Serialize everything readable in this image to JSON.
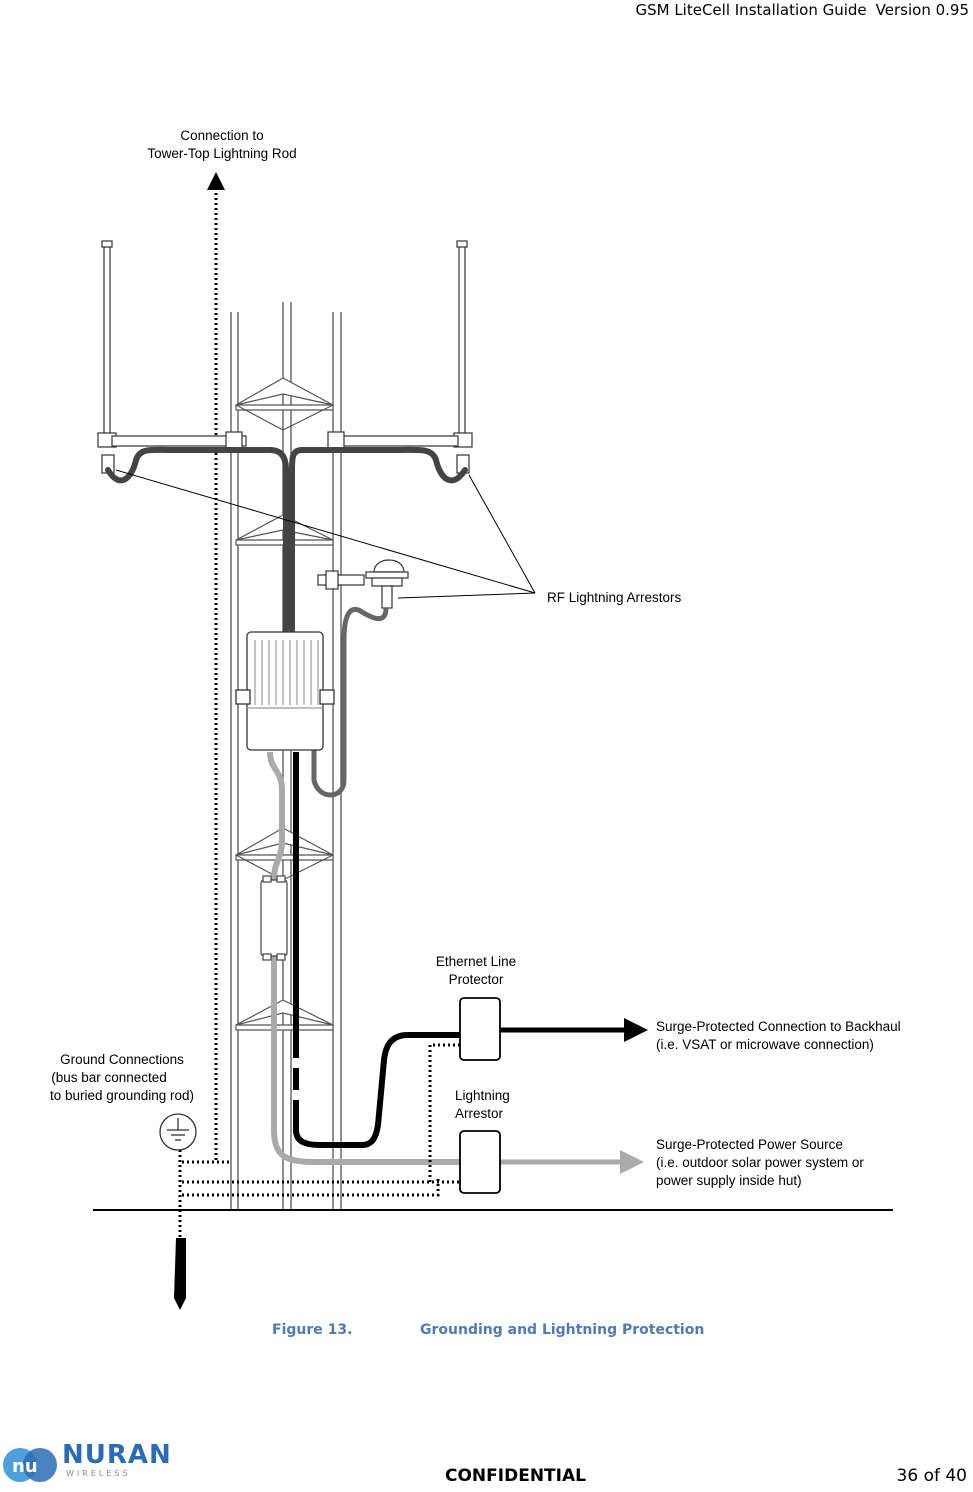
{
  "header": {
    "title": "GSM LiteCell Installation Guide",
    "version": "Version 0.95"
  },
  "diagram": {
    "labels": {
      "lightning_rod": [
        "Connection to",
        "Tower-Top Lightning Rod"
      ],
      "rf_arrestors": "RF Lightning Arrestors",
      "ethernet_protector": [
        "Ethernet Line",
        "Protector"
      ],
      "lightning_arrestor": [
        "Lightning",
        "Arrestor"
      ],
      "ground_connections": [
        "Ground Connections",
        "(bus bar connected",
        "to buried grounding rod)"
      ],
      "backhaul": [
        "Surge-Protected Connection to Backhaul",
        "(i.e. VSAT or microwave connection)"
      ],
      "power_source": [
        "Surge-Protected Power Source",
        "(i.e. outdoor solar power system or",
        "power supply inside hut)"
      ]
    }
  },
  "caption": {
    "number": "Figure 13.",
    "title": "Grounding and Lightning Protection"
  },
  "footer": {
    "confidential": "CONFIDENTIAL",
    "page": "36 of 40",
    "logo_text": "NURAN",
    "logo_sub": "WIRELESS"
  },
  "colors": {
    "caption": "#4f7ab8",
    "logo": "#2a6db5"
  }
}
